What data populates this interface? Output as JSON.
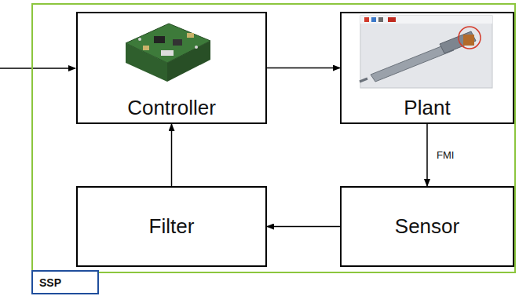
{
  "diagram": {
    "nodes": [
      {
        "text": [
          "SSP"
        ]
      },
      {
        "text": [
          "Controller"
        ],
        "in": 0
      },
      {
        "text": [
          "Plant"
        ],
        "in": 0
      },
      {
        "text": [
          "Filter"
        ],
        "in": 0
      },
      {
        "text": [
          "Sensor"
        ],
        "in": 0
      }
    ],
    "edges": [
      {
        "from": 1,
        "to": 2,
        "arrow": "to"
      },
      {
        "from": 2,
        "to": 4,
        "label": "FMI",
        "arrow": "to"
      },
      {
        "from": 4,
        "to": 3,
        "arrow": "to"
      },
      {
        "from": 3,
        "to": 1,
        "arrow": "to"
      }
    ]
  }
}
